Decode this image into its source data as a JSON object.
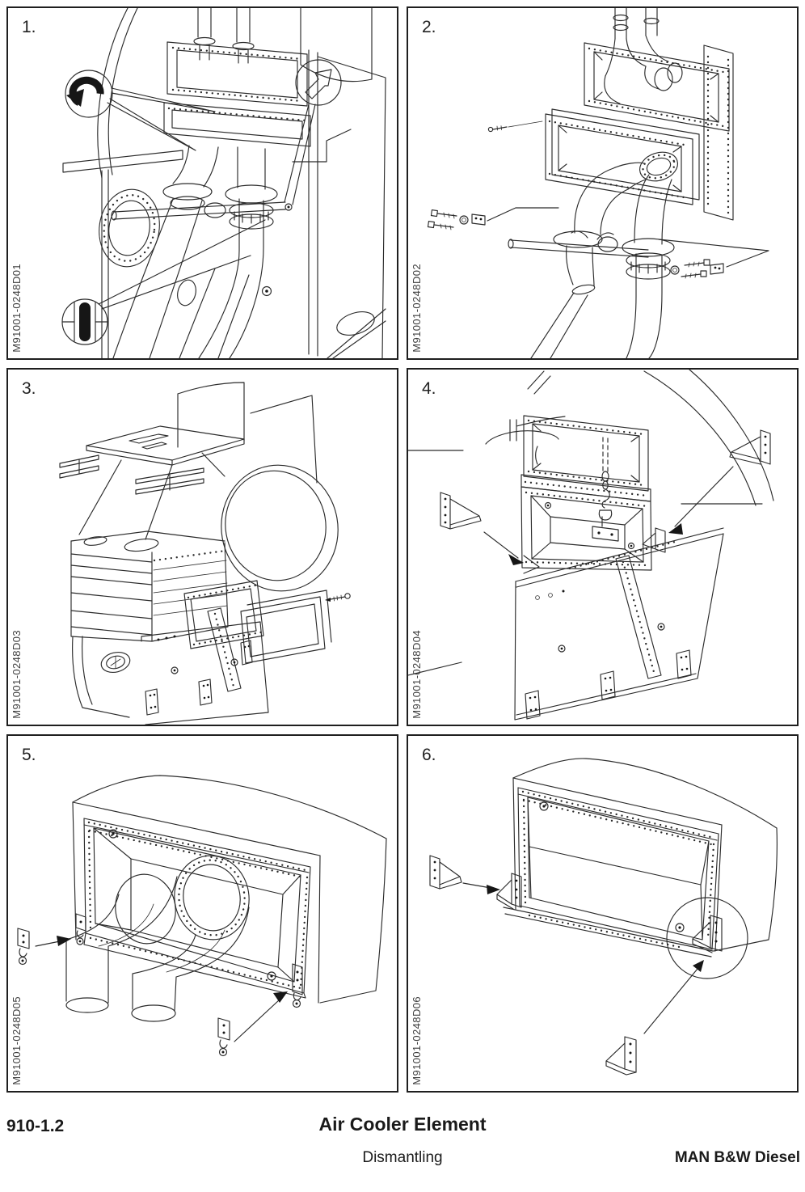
{
  "page": {
    "section_code": "910-1.2",
    "title": "Air Cooler Element",
    "subtitle": "Dismantling",
    "brand": "MAN B&W Diesel"
  },
  "panels": [
    {
      "number": "1.",
      "figure_id": "M91001-0248D01"
    },
    {
      "number": "2.",
      "figure_id": "M91001-0248D02"
    },
    {
      "number": "3.",
      "figure_id": "M91001-0248D03"
    },
    {
      "number": "4.",
      "figure_id": "M91001-0248D04"
    },
    {
      "number": "5.",
      "figure_id": "M91001-0248D05"
    },
    {
      "number": "6.",
      "figure_id": "M91001-0248D06"
    }
  ],
  "symbols": {
    "panel_1": [
      "rotate-counterclockwise",
      "direction-arrow-ne",
      "blanking-plug"
    ]
  },
  "colors": {
    "line": "#2b2b2b",
    "label_text": "#3f3f3f",
    "page_background": "#ffffff"
  }
}
